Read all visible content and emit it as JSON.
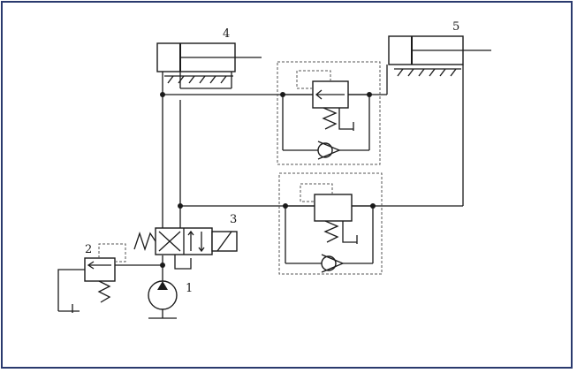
{
  "labels": {
    "pump": "1",
    "relief_valve": "2",
    "directional_valve": "3",
    "cylinder_left": "4",
    "cylinder_right": "5"
  },
  "colors": {
    "line": "#1a1a1a",
    "frame": "#2a3a6e"
  }
}
